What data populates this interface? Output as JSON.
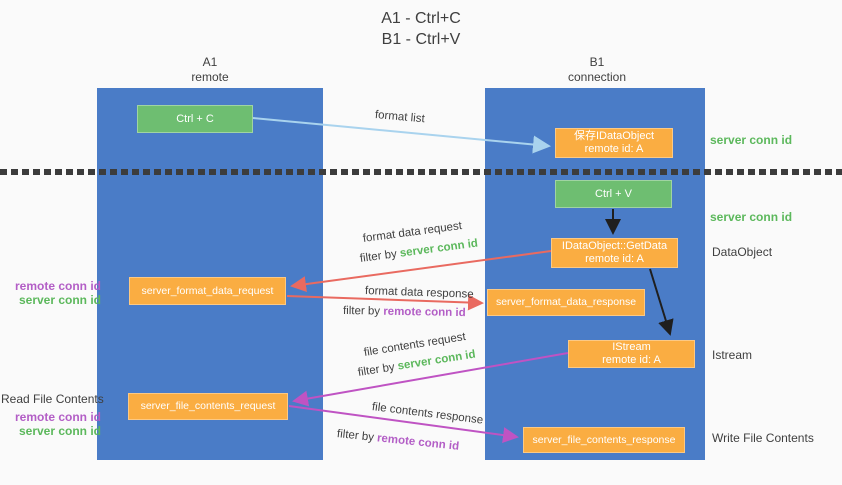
{
  "title": {
    "line1": "A1 - Ctrl+C",
    "line2": "B1 - Ctrl+V"
  },
  "lanes": {
    "left": {
      "name": "A1",
      "role": "remote"
    },
    "right": {
      "name": "B1",
      "role": "connection"
    }
  },
  "nodes": {
    "ctrl_c": {
      "label": "Ctrl + C"
    },
    "ctrl_v": {
      "label": "Ctrl + V"
    },
    "save_idataobject": {
      "line1": "保存IDataObject",
      "line2": "remote id: A"
    },
    "getdata": {
      "line1": "IDataObject::GetData",
      "line2": "remote id: A"
    },
    "istream": {
      "line1": "IStream",
      "line2": "remote id: A"
    },
    "format_request": {
      "label": "server_format_data_request"
    },
    "format_response": {
      "label": "server_format_data_response"
    },
    "file_request": {
      "label": "server_file_contents_request"
    },
    "file_response": {
      "label": "server_file_contents_response"
    }
  },
  "edge_labels": {
    "format_list": "format list",
    "format_data_request": "format data request",
    "format_data_request_filter_prefix": "filter by ",
    "format_data_request_filter_key": "server conn id",
    "format_data_response": "format data response",
    "format_data_response_filter_prefix": "filter by ",
    "format_data_response_filter_key": "remote conn id",
    "file_contents_request": "file contents request",
    "file_contents_request_filter_prefix": "filter by ",
    "file_contents_request_filter_key": "server conn id",
    "file_contents_response": "file contents response",
    "file_contents_response_filter_prefix": "filter by ",
    "file_contents_response_filter_key": "remote conn id"
  },
  "annotations": {
    "right_server_conn_top": "server conn id",
    "right_server_conn_mid": "server conn id",
    "dataobject": "DataObject",
    "istream": "Istream",
    "write_file_contents": "Write File Contents",
    "read_file_contents": "Read File Contents",
    "left_pair1_remote": "remote conn id",
    "left_pair1_server": "server conn id",
    "left_pair2_remote": "remote conn id",
    "left_pair2_server": "server conn id"
  },
  "colors": {
    "lane_blue": "#4a7cc7",
    "node_green": "#6ebe71",
    "node_orange": "#faad42",
    "arrow_red": "#e96a60",
    "arrow_magenta": "#bf53c3",
    "arrow_lightblue": "#a9d3ee",
    "arrow_black": "#1f1f1f",
    "text_green": "#5cb85c",
    "text_purple": "#b35ec6",
    "text_dark": "#3f3f3f",
    "background": "#fafafa"
  }
}
